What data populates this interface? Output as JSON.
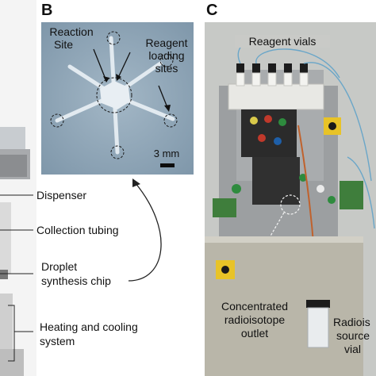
{
  "panel_a": {
    "labels": [
      "Dispenser",
      "Collection tubing",
      "Droplet",
      "synthesis chip",
      "Heating and cooling",
      "system"
    ]
  },
  "panel_b": {
    "letter": "B",
    "labels": {
      "reaction_site_1": "Reaction",
      "reaction_site_2": "Site",
      "reagent_1": "Reagent",
      "reagent_2": "loading",
      "reagent_3": "sites",
      "scale": "3 mm"
    }
  },
  "panel_c": {
    "letter": "C",
    "labels": {
      "reagent_vials": "Reagent vials",
      "conc_1": "Concentrated",
      "conc_2": "radioisotope",
      "conc_3": "outlet",
      "source_1": "Radiois",
      "source_2": "source",
      "source_3": "vial"
    }
  },
  "colors": {
    "chip_bg": "#8fa6b8",
    "channel": "#e4ecf2",
    "gray_bg": "#c7c9c6",
    "metal": "#9b9ea0",
    "box": "#b9b6a9",
    "hazard_yellow": "#e8c327"
  }
}
